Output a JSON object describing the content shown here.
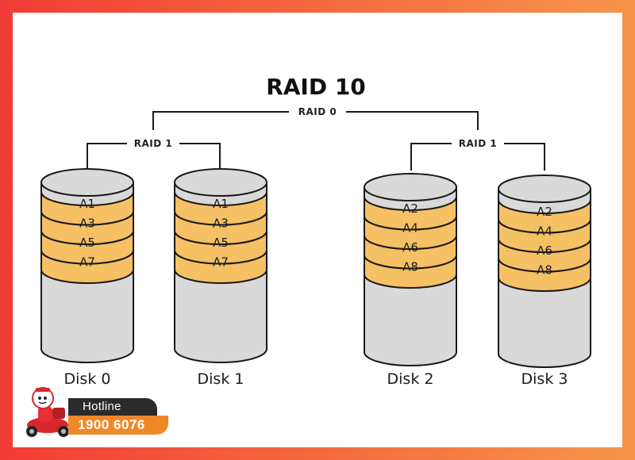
{
  "diagram": {
    "title": "RAID 10",
    "raid0_label": "RAID 0",
    "groups": [
      {
        "label": "RAID 1"
      },
      {
        "label": "RAID 1"
      }
    ],
    "disks": [
      {
        "name": "Disk 0",
        "blocks": [
          "A1",
          "A3",
          "A5",
          "A7"
        ]
      },
      {
        "name": "Disk 1",
        "blocks": [
          "A1",
          "A3",
          "A5",
          "A7"
        ]
      },
      {
        "name": "Disk 2",
        "blocks": [
          "A2",
          "A4",
          "A6",
          "A8"
        ]
      },
      {
        "name": "Disk 3",
        "blocks": [
          "A2",
          "A4",
          "A6",
          "A8"
        ]
      }
    ],
    "colors": {
      "block_fill": "#f6c065",
      "cylinder_fill": "#d9d9d9",
      "top_fill": "#d9d9d9"
    }
  },
  "hotline": {
    "label": "Hotline",
    "number": "1900 6076",
    "mascot_icon": "delivery-scooter-mascot-icon"
  }
}
